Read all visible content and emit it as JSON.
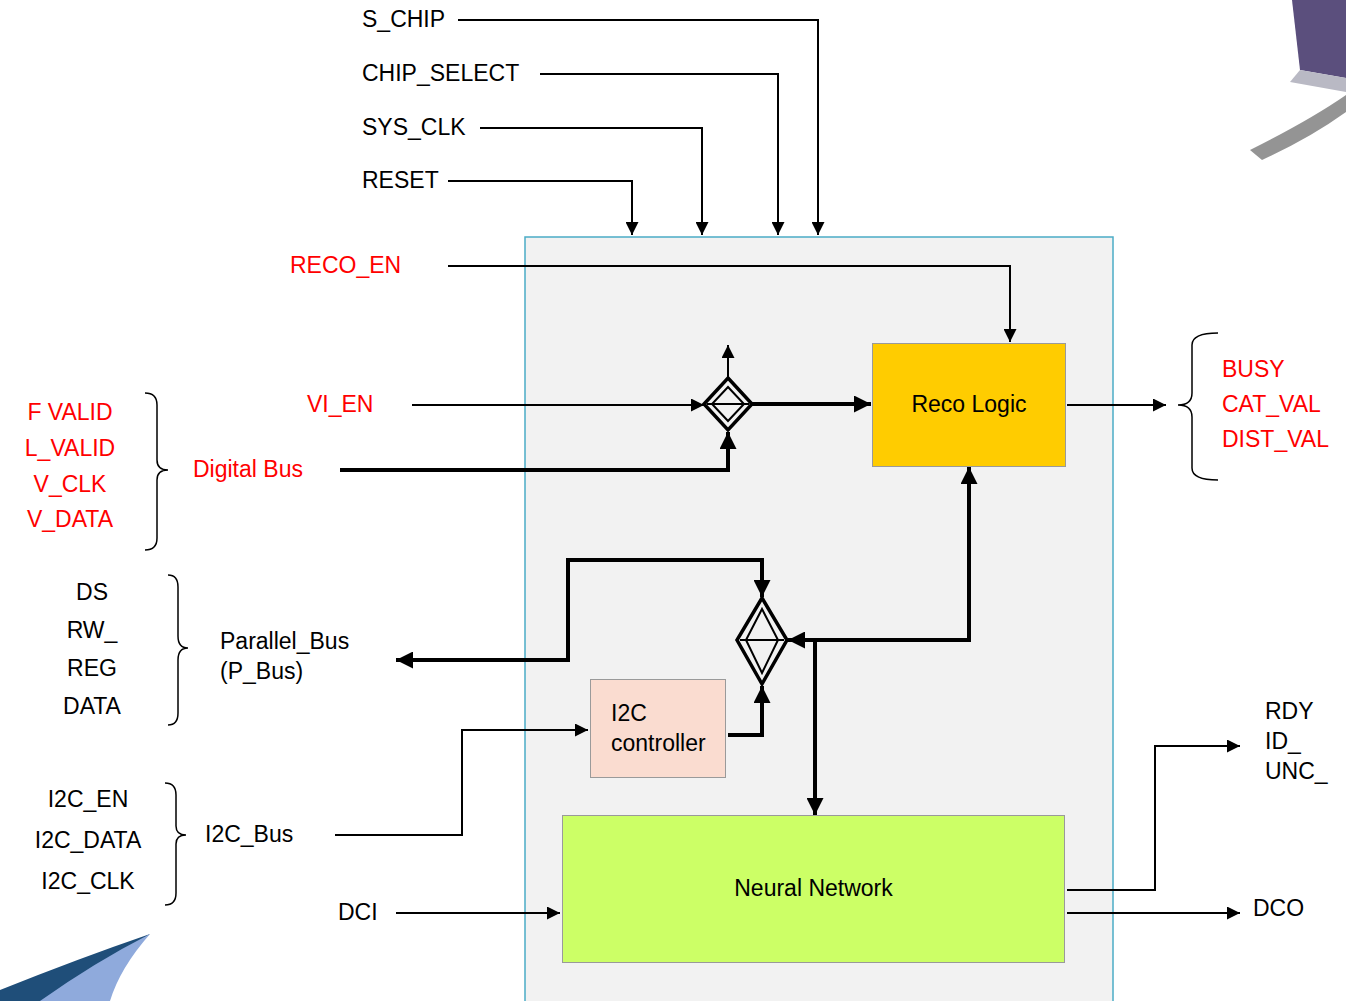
{
  "diagram": {
    "nodes": [
      {
        "text": [
          "Reco Logic"
        ]
      },
      {
        "text": [
          "I2C controller"
        ]
      },
      {
        "text": [
          "Neural Network"
        ]
      }
    ],
    "edges": [
      {
        "from": 0,
        "to": 2,
        "arrow": "both"
      }
    ],
    "labels": [
      "S_CHIP",
      "CHIP_SELECT",
      "SYS_CLK",
      "RESET",
      "RECO_EN",
      "VI_EN",
      "Digital Bus",
      "F VALID",
      "L_VALID",
      "V_CLK",
      "V_DATA",
      "DS",
      "RW_",
      "REG",
      "DATA",
      "Parallel_Bus (P_Bus)",
      "I2C_EN",
      "I2C_DATA",
      "I2C_CLK",
      "I2C_Bus",
      "DCI",
      "BUSY",
      "CAT_VAL",
      "DIST_VAL",
      "RDY",
      "ID_",
      "UNC_",
      "DCO"
    ]
  }
}
